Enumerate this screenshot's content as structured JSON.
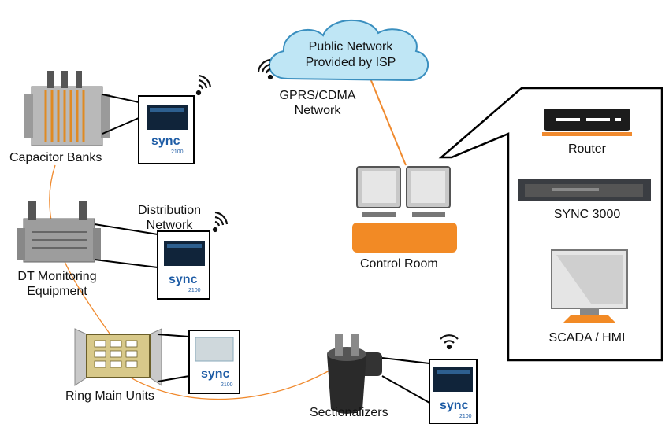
{
  "cloud": {
    "line1": "Public Network",
    "line2": "Provided by ISP"
  },
  "network_labels": {
    "gprs_1": "GPRS/CDMA",
    "gprs_2": "Network",
    "dist_1": "Distribution",
    "dist_2": "Network"
  },
  "nodes": {
    "capacitor_banks": "Capacitor Banks",
    "dt_monitoring_1": "DT Monitoring",
    "dt_monitoring_2": "Equipment",
    "ring_main_units": "Ring Main Units",
    "sectionalizers": "Sectionalizers",
    "control_room": "Control Room"
  },
  "control_panel": {
    "router": "Router",
    "sync3000": "SYNC 3000",
    "scada": "SCADA / HMI"
  },
  "device_badge": {
    "word": "sync",
    "model": "2100"
  },
  "colors": {
    "link": "#f08a2e",
    "cloud": "#bfe6f5",
    "cloud_edge": "#3a8fbf",
    "control_room": "#f28a25",
    "sync_blue": "#1f5da6"
  }
}
